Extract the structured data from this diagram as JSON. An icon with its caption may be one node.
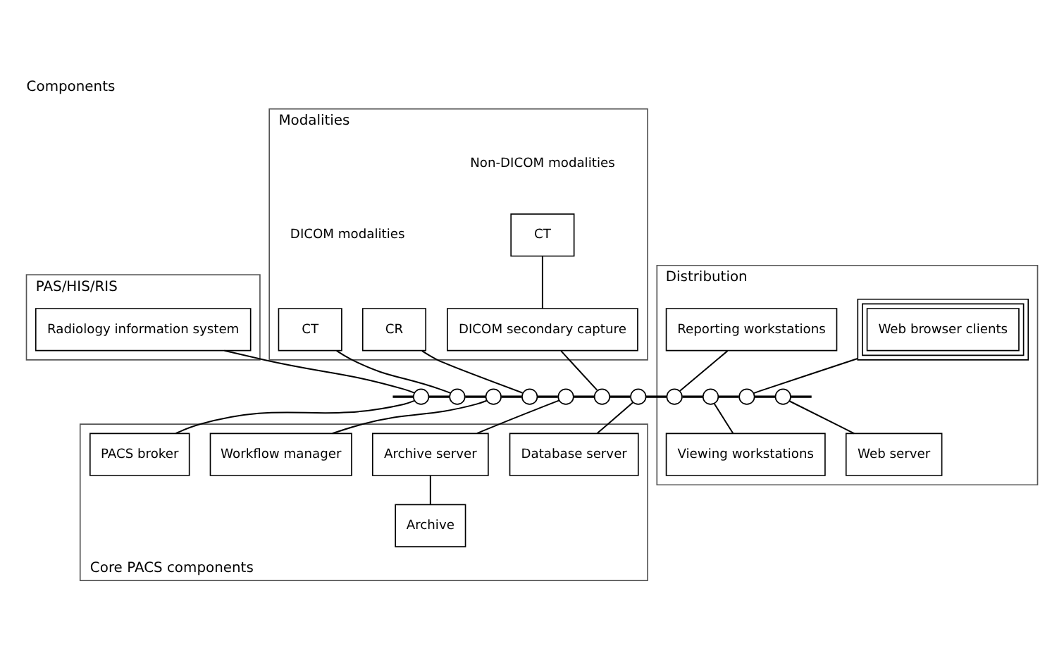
{
  "diagram": {
    "title": "Components",
    "nodes": [
      {
        "text": [
          "PAS/HIS/RIS"
        ]
      },
      {
        "text": [
          "Radiology information system"
        ],
        "in": 0
      },
      {
        "text": [
          "Modalities"
        ]
      },
      {
        "text": [
          "CT"
        ],
        "in": 2
      },
      {
        "text": [
          "CR"
        ],
        "in": 2
      },
      {
        "text": [
          "CT"
        ],
        "in": 2
      },
      {
        "text": [
          "DICOM secondary capture"
        ],
        "in": 2
      },
      {
        "text": [
          "Distribution"
        ]
      },
      {
        "text": [
          "Reporting workstations"
        ],
        "in": 7
      },
      {
        "text": [
          "Web browser clients"
        ],
        "in": 7
      },
      {
        "text": [],
        "shape": "circle"
      },
      {
        "text": [],
        "shape": "circle"
      },
      {
        "text": [],
        "shape": "circle"
      },
      {
        "text": [],
        "shape": "circle"
      },
      {
        "text": [],
        "shape": "circle"
      },
      {
        "text": [],
        "shape": "circle"
      },
      {
        "text": [],
        "shape": "circle"
      },
      {
        "text": [],
        "shape": "circle",
        "in": 7
      },
      {
        "text": [],
        "shape": "circle",
        "in": 7
      },
      {
        "text": [],
        "shape": "circle",
        "in": 7
      },
      {
        "text": [],
        "shape": "circle",
        "in": 7
      },
      {
        "text": [
          "Core PACS components"
        ]
      },
      {
        "text": [
          "PACS broker"
        ],
        "in": 21
      },
      {
        "text": [
          "Workflow manager"
        ],
        "in": 21
      },
      {
        "text": [
          "Database server"
        ],
        "in": 21
      },
      {
        "text": [
          "Archive server"
        ],
        "in": 21
      },
      {
        "text": [
          "Archive"
        ],
        "in": 21
      },
      {
        "text": [
          "Viewing workstations"
        ],
        "in": 7
      },
      {
        "text": [
          "Web server"
        ],
        "in": 7
      }
    ],
    "edges": [
      {
        "from": null,
        "to": 10,
        "arrow": "none"
      },
      {
        "from": 10,
        "to": 11,
        "arrow": "none"
      },
      {
        "from": 11,
        "to": 12,
        "arrow": "none"
      },
      {
        "from": 12,
        "to": 13,
        "arrow": "none"
      },
      {
        "from": 13,
        "to": 14,
        "arrow": "none"
      },
      {
        "from": 14,
        "to": 15,
        "arrow": "none"
      },
      {
        "from": 15,
        "to": 16,
        "arrow": "none"
      },
      {
        "from": 16,
        "to": 17,
        "arrow": "none"
      },
      {
        "from": 17,
        "to": 18,
        "arrow": "none"
      },
      {
        "from": 18,
        "to": 19,
        "arrow": "none"
      },
      {
        "from": 19,
        "to": 20,
        "arrow": "none"
      },
      {
        "from": 20,
        "to": null,
        "arrow": "none"
      },
      {
        "from": 1,
        "to": 10,
        "arrow": "none"
      },
      {
        "from": 3,
        "to": 11,
        "arrow": "none"
      },
      {
        "from": 4,
        "to": 13,
        "arrow": "none"
      },
      {
        "from": 5,
        "to": 6,
        "arrow": "none"
      },
      {
        "from": 6,
        "to": 15,
        "arrow": "none"
      },
      {
        "from": 8,
        "to": 17,
        "arrow": "none"
      },
      {
        "from": 9,
        "to": 19,
        "arrow": "none"
      },
      {
        "from": 10,
        "to": 22,
        "arrow": "none"
      },
      {
        "from": 12,
        "to": 23,
        "arrow": "none"
      },
      {
        "from": 14,
        "to": 25,
        "arrow": "none"
      },
      {
        "from": 16,
        "to": 24,
        "arrow": "none"
      },
      {
        "from": 18,
        "to": 27,
        "arrow": "none"
      },
      {
        "from": 20,
        "to": 28,
        "arrow": "none"
      },
      {
        "from": 25,
        "to": 26,
        "arrow": "none"
      }
    ],
    "labels": [
      "DICOM modalities",
      "Non-DICOM modalities"
    ]
  }
}
